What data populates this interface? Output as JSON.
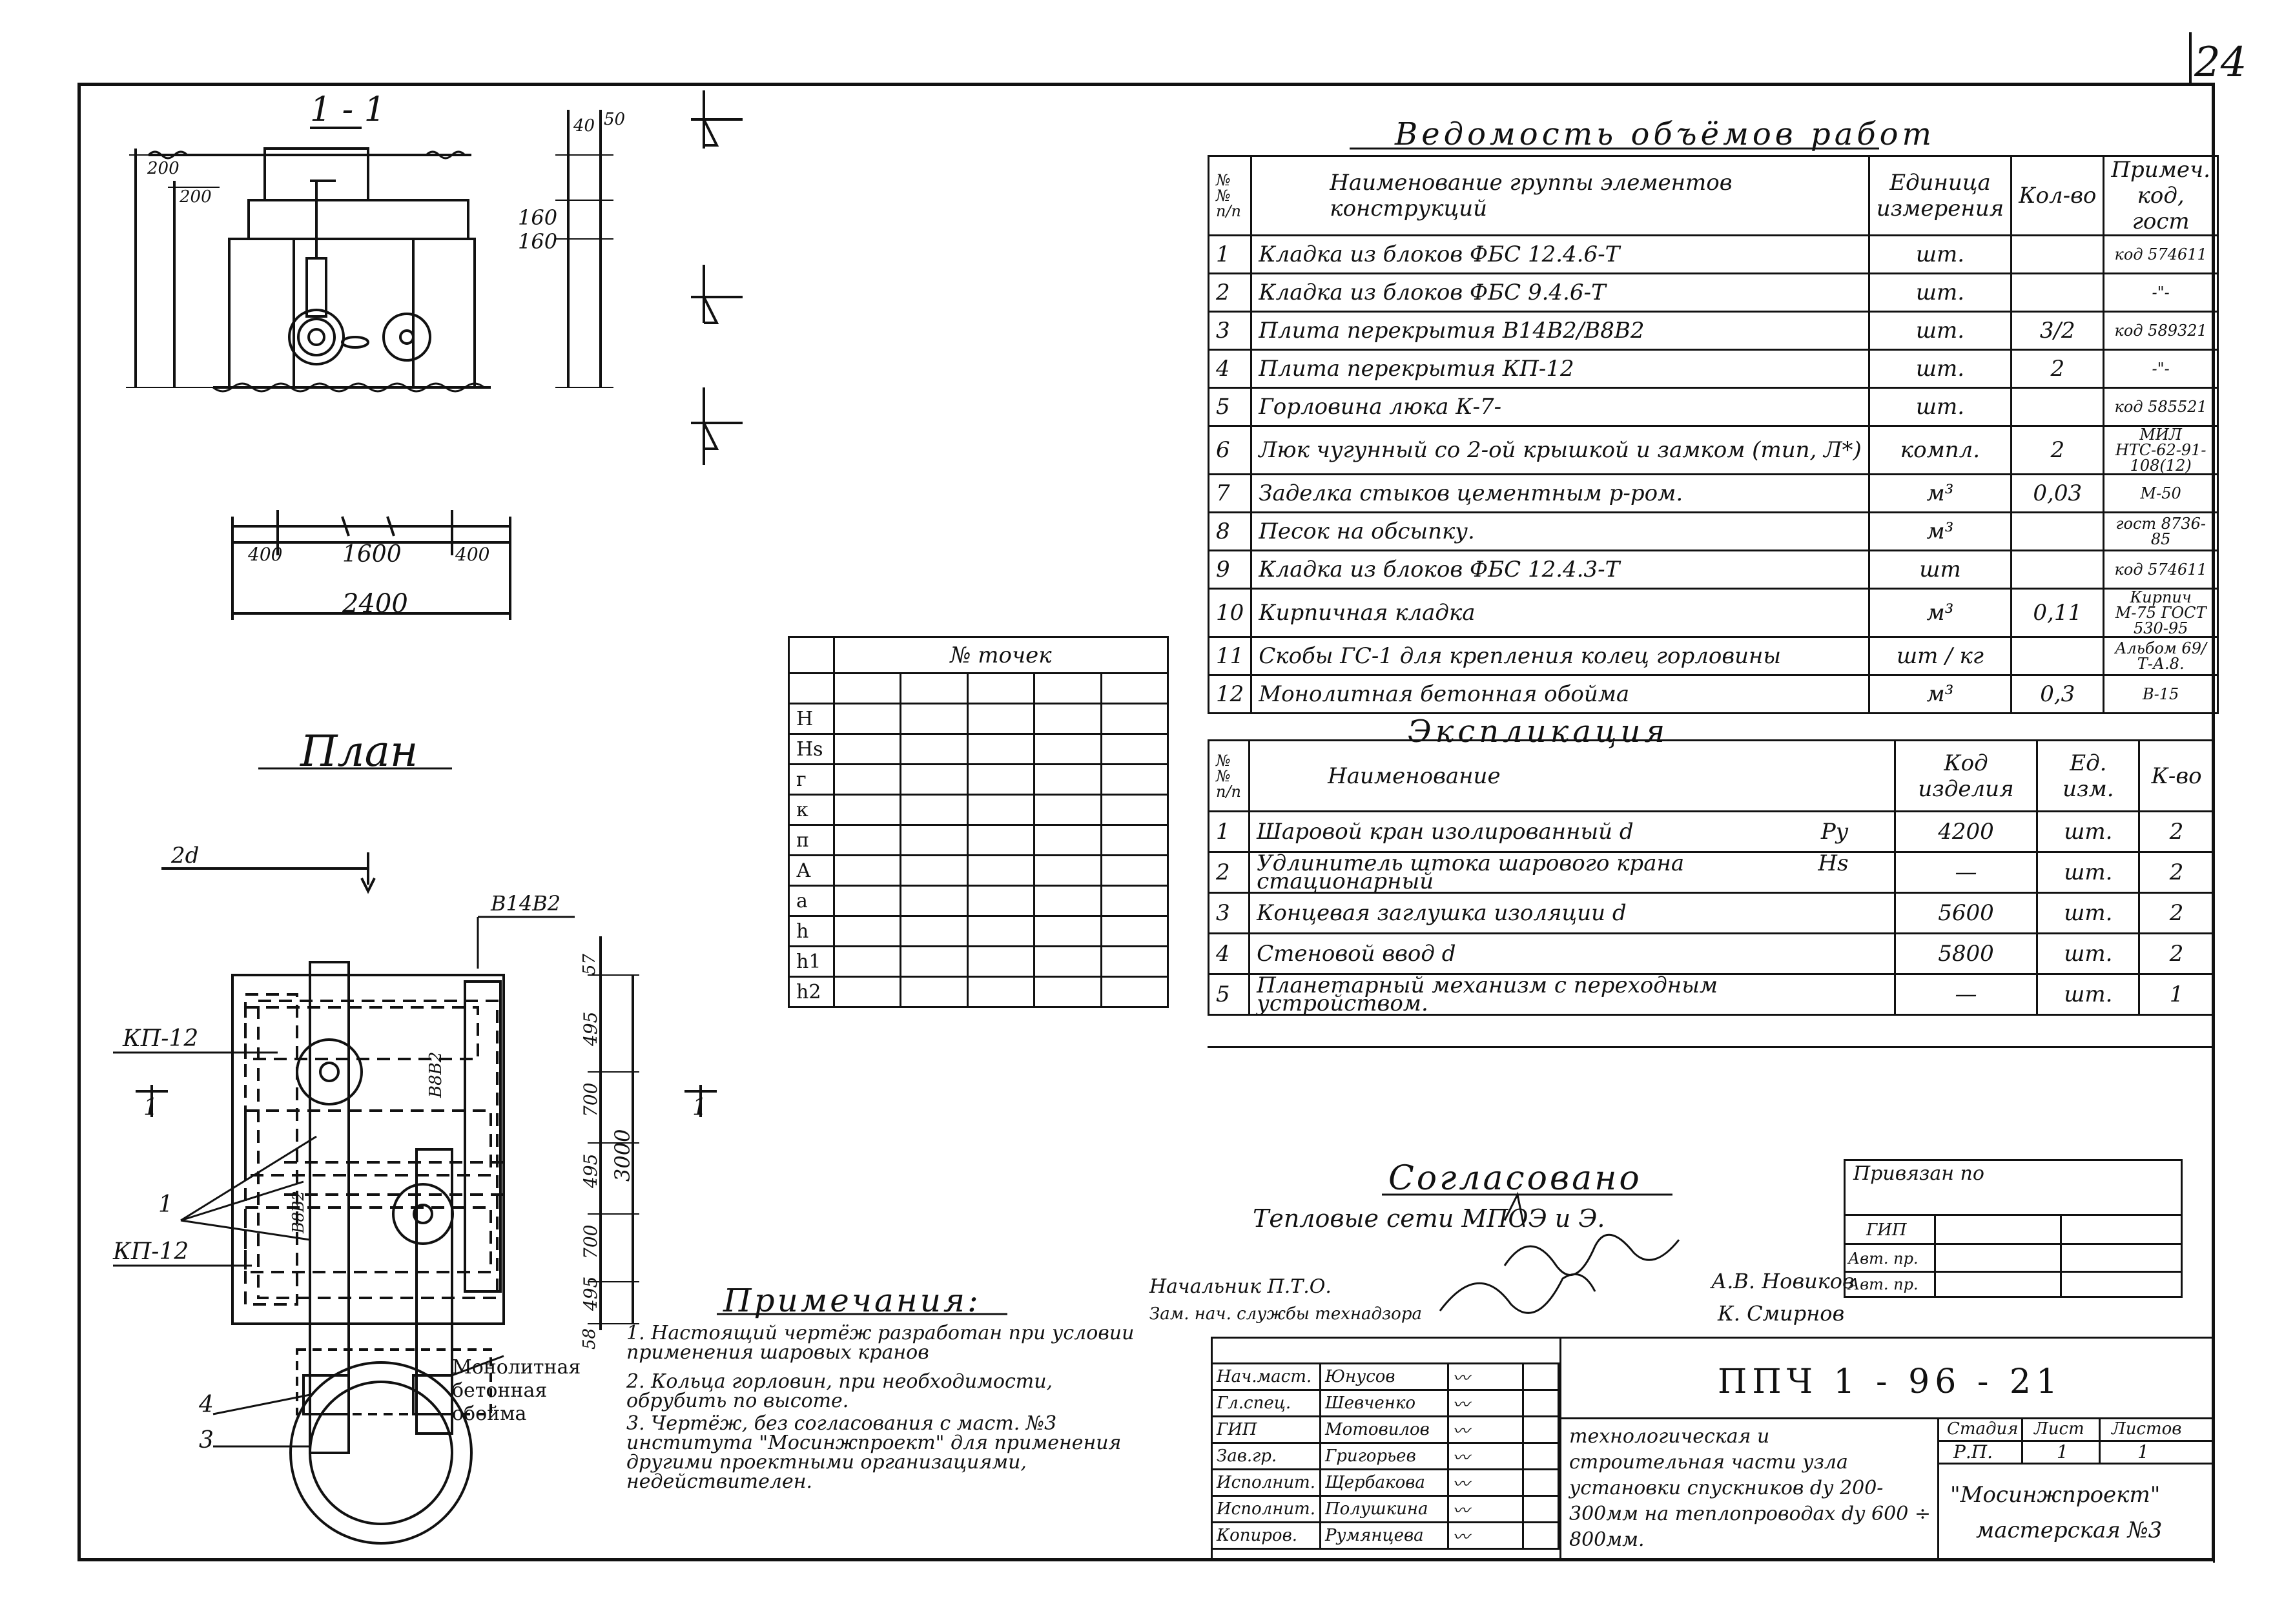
{
  "sheet_number": "24",
  "section_1_1": {
    "title": "1 - 1",
    "dims_left": [
      "200",
      "200"
    ],
    "dims_right": [
      "40",
      "50",
      "160",
      "160"
    ]
  },
  "dims_small": {
    "seg1": "400",
    "seg2": "1600",
    "seg3": "400",
    "total": "2400"
  },
  "plan": {
    "title": "План",
    "label_2d": "2d",
    "label_b14b2": "В14В2",
    "label_kp12_top": "КП-12",
    "label_kp12_bottom": "КП-12",
    "section_mark_left": "1",
    "section_mark_right": "1",
    "label_1": "1",
    "label_4": "4",
    "label_3": "3",
    "inner_label_1": "В8В2",
    "inner_label_2": "В8В2",
    "monolith_label": "Монолитная бетонная обойма",
    "dims": [
      "57",
      "495",
      "700",
      "495",
      "700",
      "495",
      "58"
    ],
    "total": "3000"
  },
  "volume_table": {
    "title": "Ведомость объёмов работ",
    "headers": {
      "num": "№№ п/п",
      "name": "Наименование группы элементов конструкций",
      "unit": "Единица измерения",
      "qty": "Кол-во",
      "note": "Примеч. код, гост"
    },
    "rows": [
      {
        "n": "1",
        "name": "Кладка из блоков ФБС 12.4.6-Т",
        "unit": "шт.",
        "qty": "",
        "note": "код 574611"
      },
      {
        "n": "2",
        "name": "Кладка из блоков ФБС 9.4.6-Т",
        "unit": "шт.",
        "qty": "",
        "note": "-\"-"
      },
      {
        "n": "3",
        "name": "Плита перекрытия В14В2/В8В2",
        "unit": "шт.",
        "qty": "3/2",
        "note": "код 589321"
      },
      {
        "n": "4",
        "name": "Плита перекрытия КП-12",
        "unit": "шт.",
        "qty": "2",
        "note": "-\"-"
      },
      {
        "n": "5",
        "name": "Горловина люка К-7-",
        "unit": "шт.",
        "qty": "",
        "note": "код 585521"
      },
      {
        "n": "6",
        "name": "Люк чугунный со 2-ой крышкой и замком (тип, Л*)",
        "unit": "компл.",
        "qty": "2",
        "note": "МИЛ НТС-62-91-108(12)"
      },
      {
        "n": "7",
        "name": "Заделка стыков цементным р-ром.",
        "unit": "м³",
        "qty": "0,03",
        "note": "М-50"
      },
      {
        "n": "8",
        "name": "Песок на обсыпку.",
        "unit": "м³",
        "qty": "",
        "note": "гост 8736-85"
      },
      {
        "n": "9",
        "name": "Кладка из блоков ФБС 12.4.3-Т",
        "unit": "шт",
        "qty": "",
        "note": "код 574611"
      },
      {
        "n": "10",
        "name": "Кирпичная кладка",
        "unit": "м³",
        "qty": "0,11",
        "note": "Кирпич М-75 ГОСТ 530-95"
      },
      {
        "n": "11",
        "name": "Скобы ГС-1 для крепления колец горловины",
        "unit": "шт / кг",
        "qty": "",
        "note": "Альбом 69/Т-А.8."
      },
      {
        "n": "12",
        "name": "Монолитная бетонная обойма",
        "unit": "м³",
        "qty": "0,3",
        "note": "В-15"
      }
    ]
  },
  "spec_table": {
    "title": "Экспликация",
    "headers": {
      "num": "№№ п/п",
      "name": "Наименование",
      "code": "Код изделия",
      "unit": "Ед. изм.",
      "qty": "К-во"
    },
    "rows": [
      {
        "n": "1",
        "name": "Шаровой кран изолированный d",
        "extra": "Ру",
        "code": "4200",
        "unit": "шт.",
        "qty": "2"
      },
      {
        "n": "2",
        "name": "Удлинитель штока шарового крана стационарный",
        "extra": "Нs",
        "code": "—",
        "unit": "шт.",
        "qty": "2"
      },
      {
        "n": "3",
        "name": "Концевая заглушка изоляции d",
        "extra": "",
        "code": "5600",
        "unit": "шт.",
        "qty": "2"
      },
      {
        "n": "4",
        "name": "Стеновой ввод d",
        "extra": "",
        "code": "5800",
        "unit": "шт.",
        "qty": "2"
      },
      {
        "n": "5",
        "name": "Планетарный механизм с переходным устройством.",
        "extra": "",
        "code": "—",
        "unit": "шт.",
        "qty": "1"
      }
    ]
  },
  "points_table": {
    "title": "№ точек",
    "rows": [
      "Н",
      "Нs",
      "г",
      "к",
      "п",
      "А",
      "а",
      "h",
      "h1",
      "h2"
    ]
  },
  "agreement": {
    "title": "Согласовано",
    "org": "Тепловые сети МПОЭ и Э.",
    "chief_role": "Начальник П.Т.О.",
    "chief_name": "А.В. Новиков",
    "deputy_role": "Зам. нач. службы технадзора",
    "deputy_name": "К. Смирнов"
  },
  "notes": {
    "title": "Примечания:",
    "items": [
      "1. Настоящий чертёж разработан при условии применения шаровых кранов",
      "2. Кольца горловин, при необходимости, обрубить по высоте.",
      "3. Чертёж, без согласования с маст. №3 института \"Мосинжпроект\" для применения другими проектными организациями, недействителен."
    ]
  },
  "binding": {
    "title": "Привязан по",
    "rows": [
      "ГИП",
      "Авт. пр.",
      "Авт. пр."
    ]
  },
  "title_block": {
    "code": "ППЧ 1 - 96 - 21",
    "description": "технологическая и строительная части узла установки спускников dу 200-300мм на теплопроводах dу 600 ÷ 800мм.",
    "stage_label": "Стадия",
    "sheet_label": "Лист",
    "sheets_label": "Листов",
    "stage": "Р.П.",
    "sheet": "1",
    "sheets": "1",
    "org": "\"Мосинжпроект\"",
    "workshop": "мастерская №3",
    "staff": [
      {
        "role": "Нач.маст.",
        "name": "Юнусов"
      },
      {
        "role": "Гл.спец.",
        "name": "Шевченко"
      },
      {
        "role": "ГИП",
        "name": "Мотовилов"
      },
      {
        "role": "Зав.гр.",
        "name": "Григорьев"
      },
      {
        "role": "Исполнит.",
        "name": "Щербакова"
      },
      {
        "role": "Исполнит.",
        "name": "Полушкина"
      },
      {
        "role": "Копиров.",
        "name": "Румянцева"
      }
    ]
  }
}
